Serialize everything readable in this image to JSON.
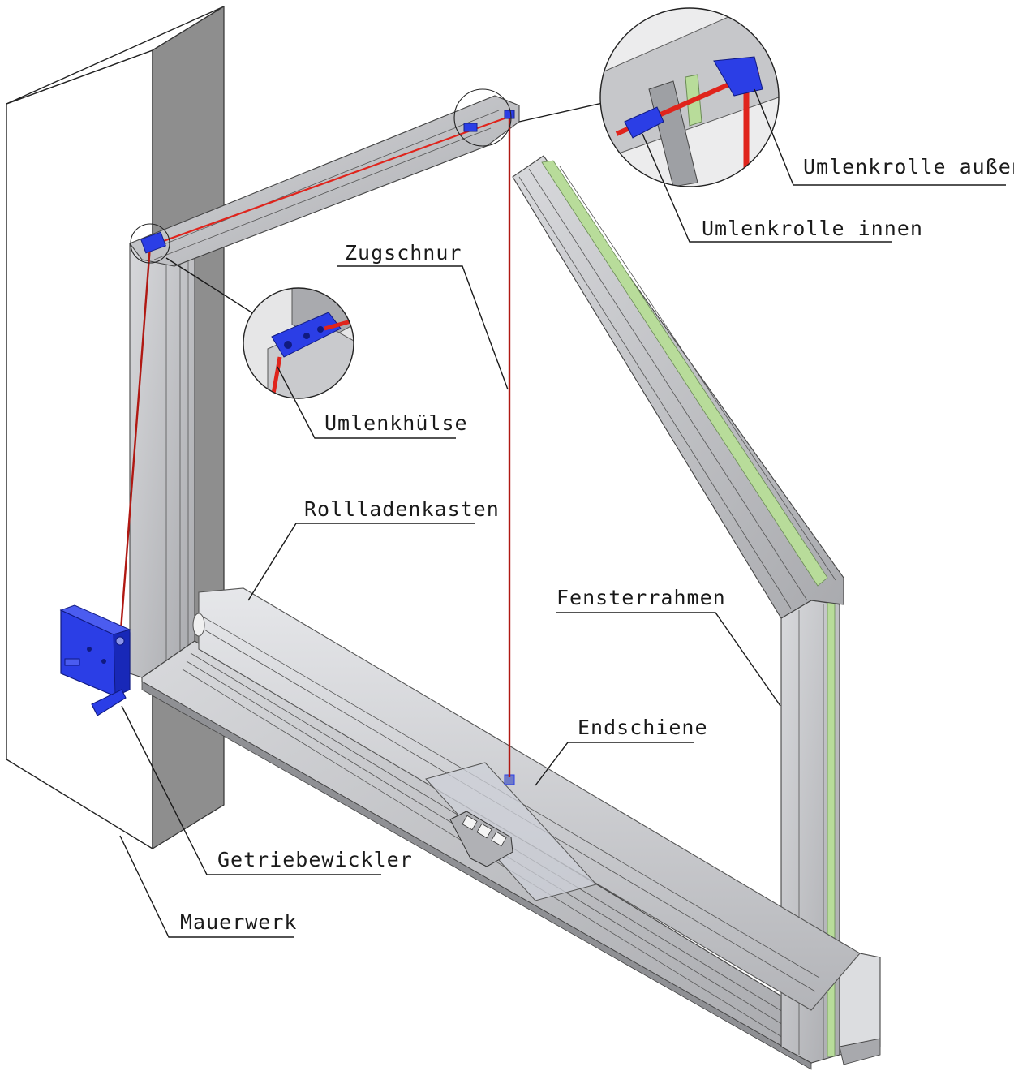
{
  "colors": {
    "cord": "#e0241c",
    "hardware": "#2b3ee6",
    "glazing": "#b8dc9a",
    "frame": "#c9cacd",
    "frame_dark": "#8f9094",
    "wall_face": "#ffffff",
    "wall_side": "#8e8e8e"
  },
  "labels": {
    "umlenkrolle_aussen": "Umlenkrolle außen",
    "umlenkrolle_innen": "Umlenkrolle innen",
    "zugschnur": "Zugschnur",
    "umlenkhuelse": "Umlenkhülse",
    "rollladenkasten": "Rollladenkasten",
    "fensterrahmen": "Fensterrahmen",
    "endschiene": "Endschiene",
    "getriebewickler": "Getriebewickler",
    "mauerwerk": "Mauerwerk"
  }
}
